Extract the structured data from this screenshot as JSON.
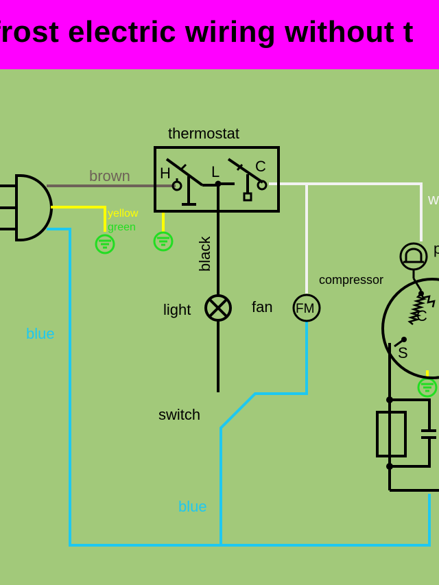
{
  "title": "frost electric wiring without t",
  "labels": {
    "thermostat": "thermostat",
    "H": "H",
    "L": "L",
    "C": "C",
    "brown": "brown",
    "yellow": "yellow",
    "green": "green",
    "black": "black",
    "light": "light",
    "fan": "fan",
    "FM": "FM",
    "compressor": "compressor",
    "C_comp": "C",
    "S": "S",
    "blue_left": "blue",
    "blue_bottom": "blue",
    "switch": "switch",
    "w_partial": "w",
    "p_partial": "p"
  },
  "colors": {
    "background": "#a2c97a",
    "banner": "#ff00ff",
    "brown_wire": "#6e6258",
    "yellow_wire": "#ffff00",
    "blue_wire": "#1ec8f0",
    "white_wire": "#f2f2f2",
    "ground": "#22dd22",
    "black_wire": "#000000"
  }
}
